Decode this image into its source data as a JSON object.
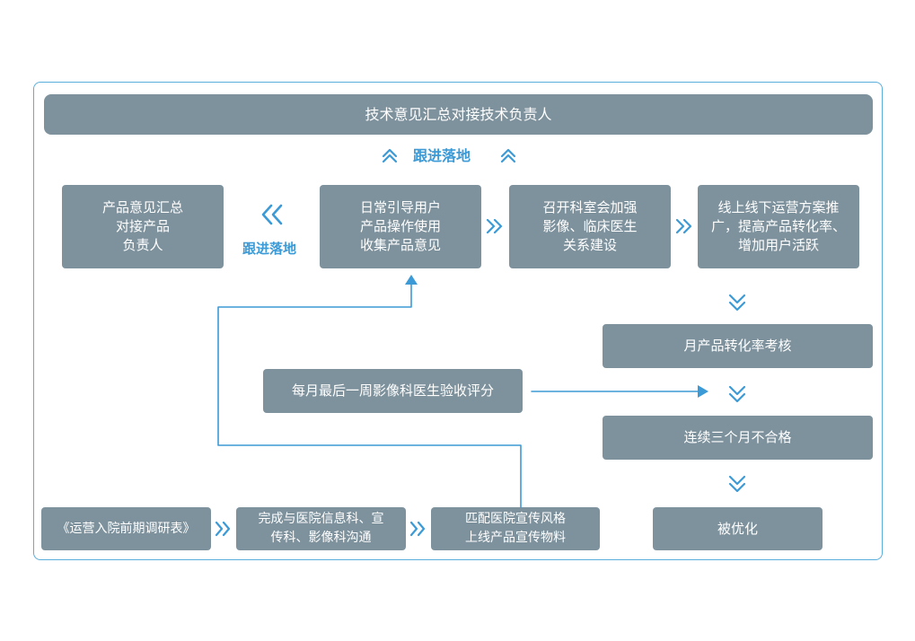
{
  "colors": {
    "box": "#7e929d",
    "accent": "#3c9ad6",
    "frame": "#5aaedc"
  },
  "top_bar": "技术意见汇总对接技术负责人",
  "follow_up": "跟进落地",
  "follow_up_side": "跟进落地",
  "boxes": {
    "summary_owner": "产品意见汇总\n对接产品\n负责人",
    "guide_users": "日常引导用户\n产品操作使用\n收集产品意见",
    "dept_meeting": "召开科室会加强\n影像、临床医生\n关系建设",
    "online_offline": "线上线下运营方案推\n广，提高产品转化率、\n增加用户活跃",
    "monthly_review": "月产品转化率考核",
    "monthly_score": "每月最后一周影像科医生验收评分",
    "three_months": "连续三个月不合格",
    "optimized": "被优化",
    "survey": "《运营入院前期调研表》",
    "dept_liaison": "完成与医院信息科、宣\n传科、影像科沟通",
    "promo_materials": "匹配医院宣传风格\n上线产品宣传物料"
  },
  "icons": {
    "up_chevrons": "double-chevron-up-icon",
    "left_chevrons": "double-chevron-left-icon",
    "right_chevrons": "double-chevron-right-icon",
    "down_chevrons": "double-chevron-down-icon"
  }
}
